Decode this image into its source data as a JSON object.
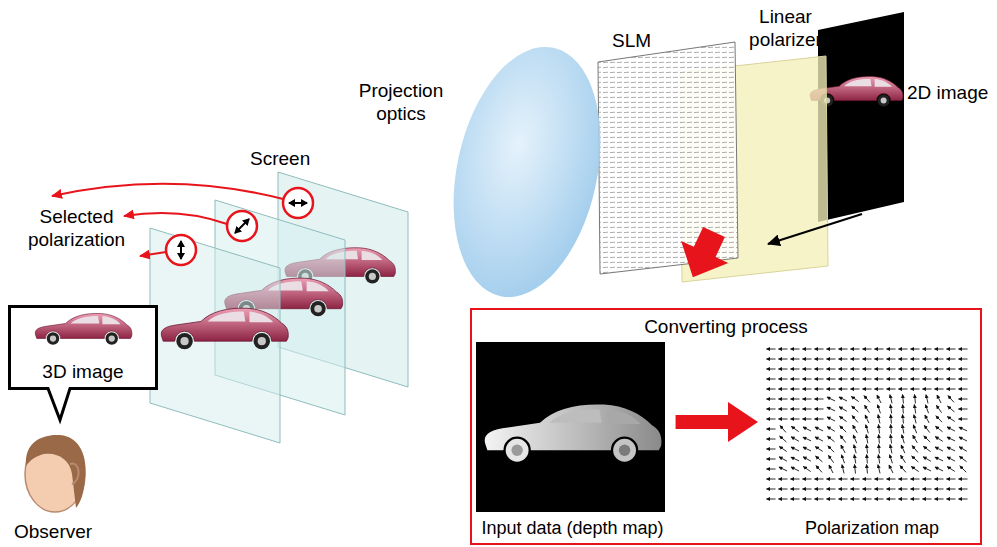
{
  "diagram": {
    "nodes": [
      {
        "text": [
          "Converting process"
        ]
      },
      {
        "text": [
          "Input data (depth map)"
        ],
        "in": 0
      },
      {
        "text": [
          "Polarization map"
        ],
        "in": 0
      },
      {
        "text": [
          "3D image"
        ]
      }
    ],
    "edges": [
      {
        "from": 1,
        "to": 2,
        "arrow": "to"
      }
    ],
    "labels": [
      "Projection optics",
      "SLM",
      "Linear polarizer",
      "2D image",
      "Screen",
      "Selected polarization",
      "Observer"
    ]
  }
}
